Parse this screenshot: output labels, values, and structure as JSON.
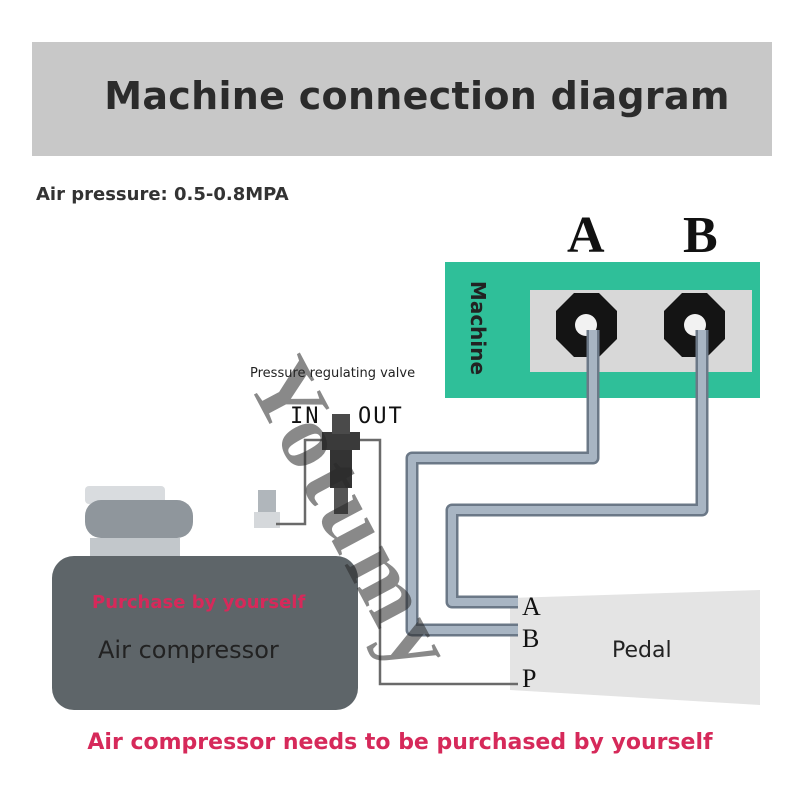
{
  "header": {
    "title": "Machine connection diagram"
  },
  "spec": {
    "air_pressure": "Air pressure: 0.5-0.8MPA"
  },
  "valve": {
    "label": "Pressure regulating valve",
    "in": "IN",
    "out": "OUT"
  },
  "machine": {
    "label": "Machine",
    "port_a": "A",
    "port_b": "B"
  },
  "compressor": {
    "purchase_note": "Purchase by yourself",
    "label": "Air compressor"
  },
  "pedal": {
    "port_a": "A",
    "port_b": "B",
    "port_p": "P",
    "label": "Pedal"
  },
  "footer": {
    "note": "Air compressor needs to be purchased by yourself"
  },
  "watermark": {
    "text": "Yotumy"
  },
  "colors": {
    "machine_teal": "#2fbf99",
    "title_bar": "#c8c8c8",
    "hose": "#8a9aac",
    "warning_red": "#d6295a",
    "compressor_gray": "#5e6569"
  }
}
